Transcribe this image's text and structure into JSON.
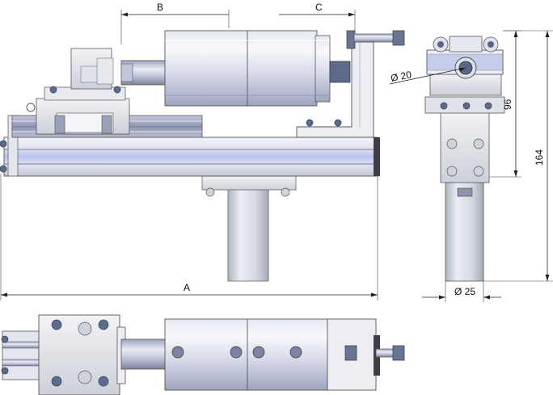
{
  "dimensions": {
    "B": "B",
    "C": "C",
    "A": "A",
    "bore_diameter": "Ø 20",
    "height_96": "96",
    "height_164": "164",
    "rod_diameter": "Ø 25"
  },
  "colors": {
    "metal_light": "#eef0f4",
    "metal_mid": "#c9ccd6",
    "metal_dark": "#8f94a3",
    "blue_tint": "#b8c2ee",
    "bolt": "#5d6b8a",
    "line": "#222222"
  }
}
